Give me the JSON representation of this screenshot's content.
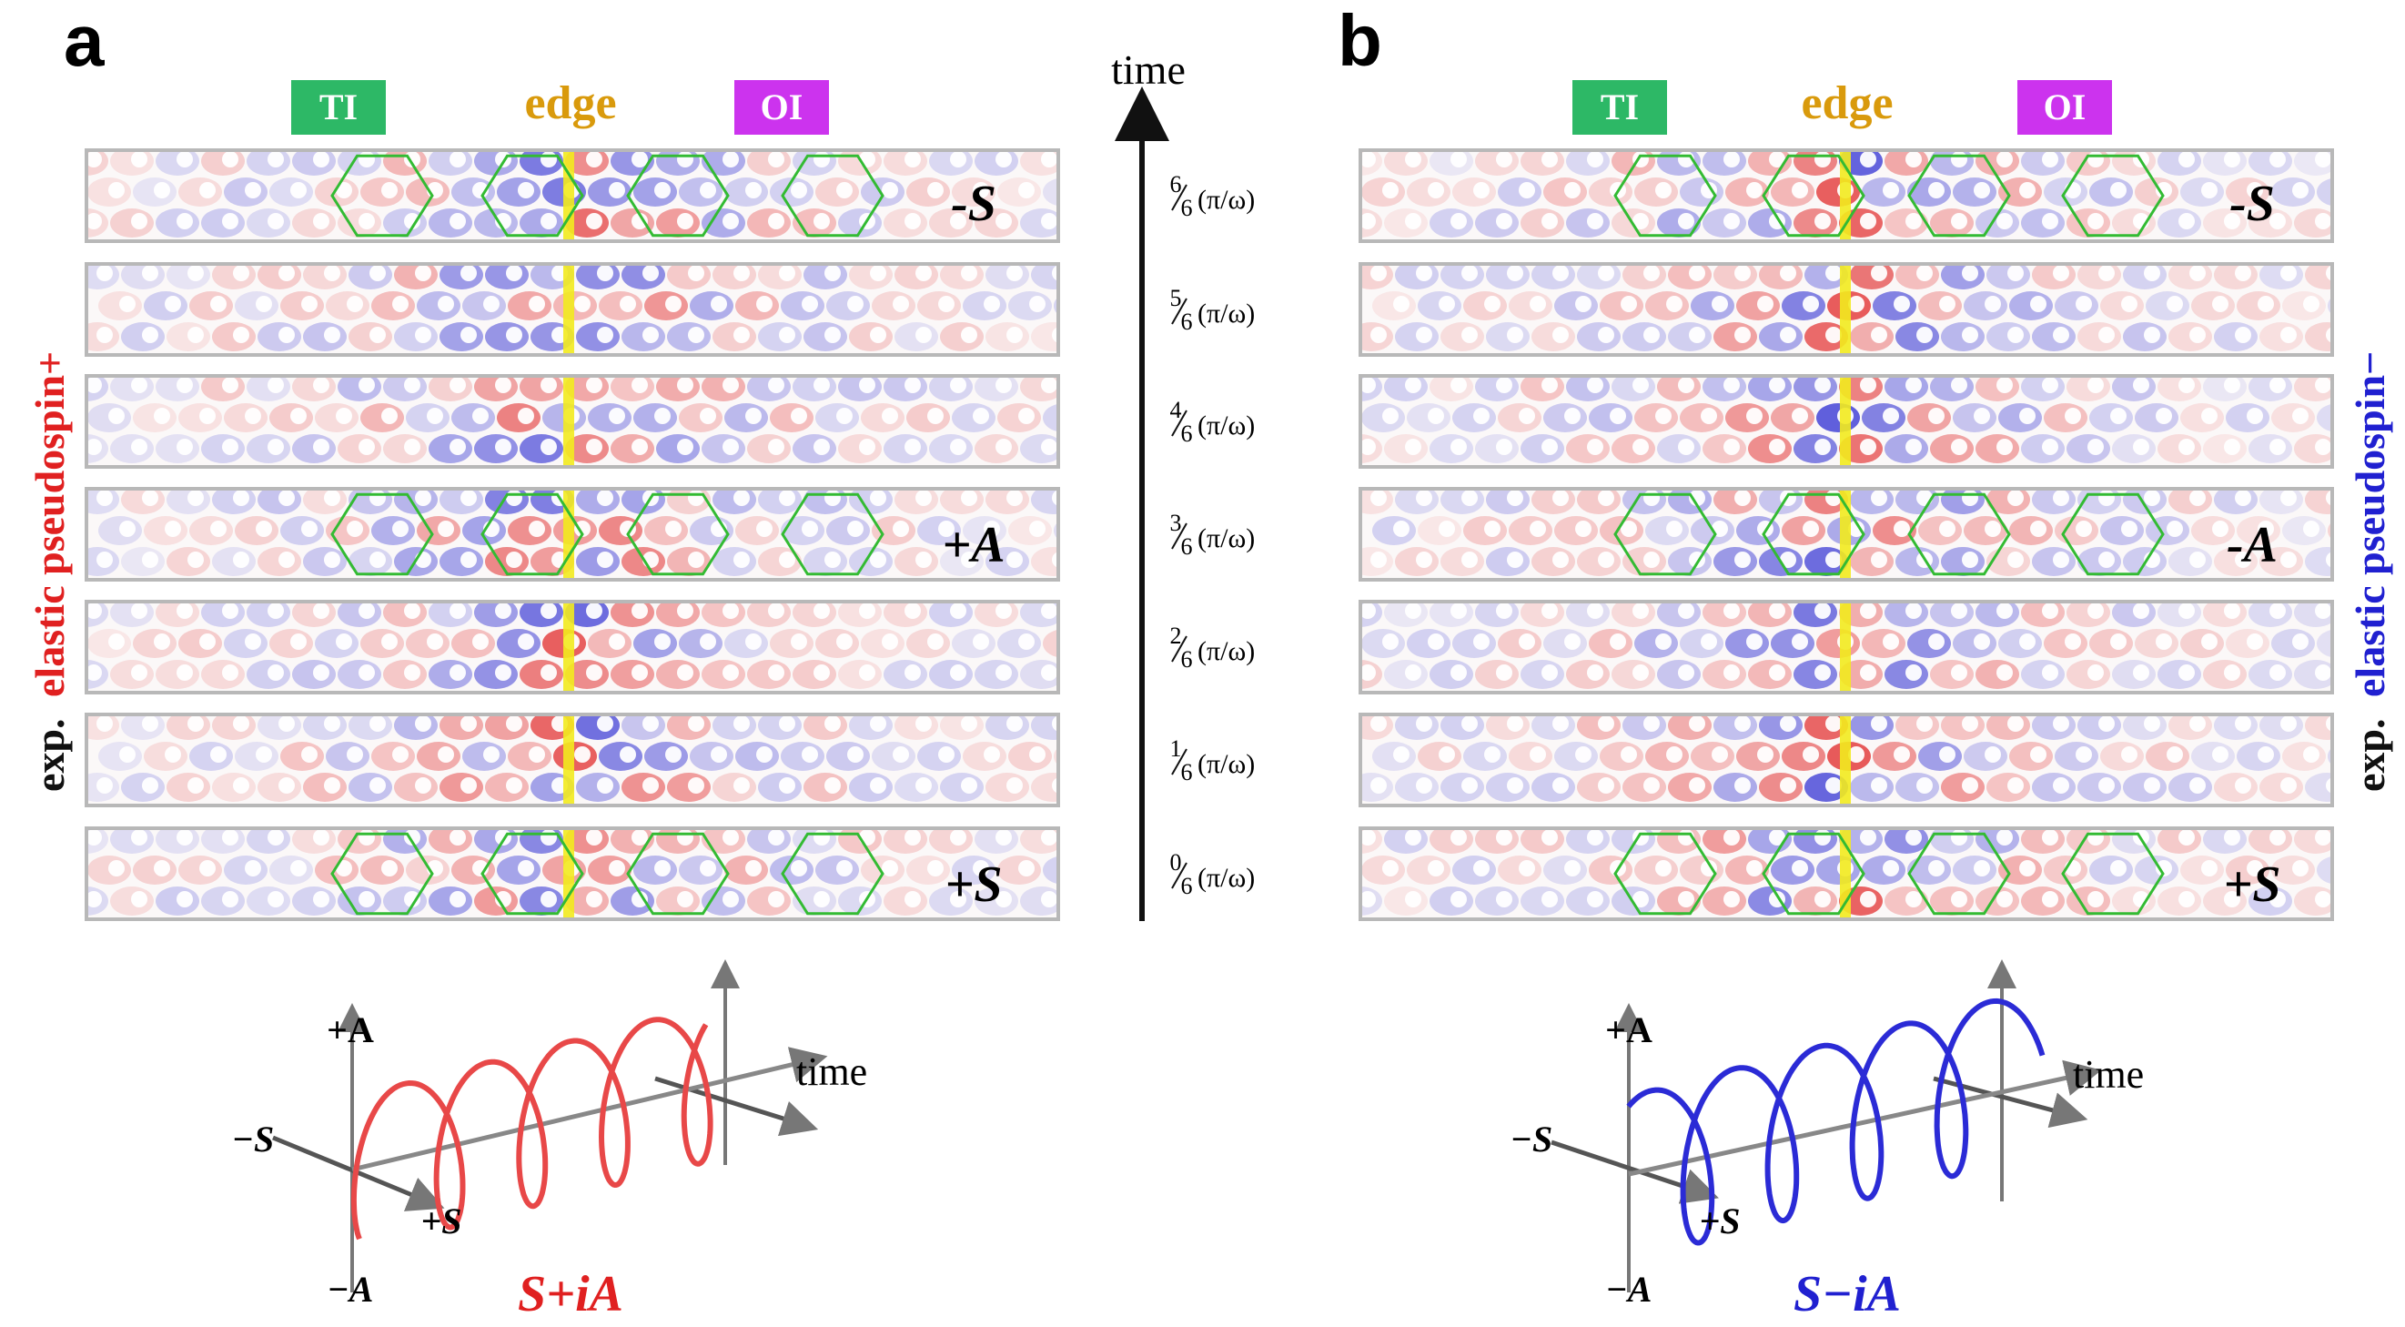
{
  "panel_a": {
    "letter": "a",
    "region_labels": {
      "ti": "TI",
      "edge": "edge",
      "oi": "OI"
    },
    "side_label_prefix": "exp.",
    "side_label_colored": "elastic pseudospin+",
    "row_state_labels": [
      "-S",
      "",
      "",
      "+A",
      "",
      "",
      "+S"
    ],
    "helix": {
      "plus_a": "+A",
      "minus_a": "−A",
      "minus_s": "−S",
      "plus_s": "+S",
      "time": "time"
    },
    "formula": "S+iA"
  },
  "panel_b": {
    "letter": "b",
    "region_labels": {
      "ti": "TI",
      "edge": "edge",
      "oi": "OI"
    },
    "side_label_prefix": "exp.",
    "side_label_colored": "elastic pseudospin−",
    "row_state_labels": [
      "-S",
      "",
      "",
      "-A",
      "",
      "",
      "+S"
    ],
    "helix": {
      "plus_a": "+A",
      "minus_a": "−A",
      "minus_s": "−S",
      "plus_s": "+S",
      "time": "time"
    },
    "formula": "S−iA"
  },
  "time_axis": {
    "label": "time",
    "phase_numerators": [
      "6",
      "5",
      "4",
      "3",
      "2",
      "1",
      "0"
    ],
    "phase_denominator": "6",
    "phase_unit": "(π/ω)"
  },
  "colors": {
    "ti_box": "#2db866",
    "edge_text": "#d99a0c",
    "oi_box": "#cc33ee",
    "red_field": "#e02020",
    "blue_field": "#2020d0",
    "hexagon": "#33bb33",
    "edge_line": "#f2ea1e",
    "helix_a": "#e84848",
    "helix_b": "#2b2bd6"
  }
}
